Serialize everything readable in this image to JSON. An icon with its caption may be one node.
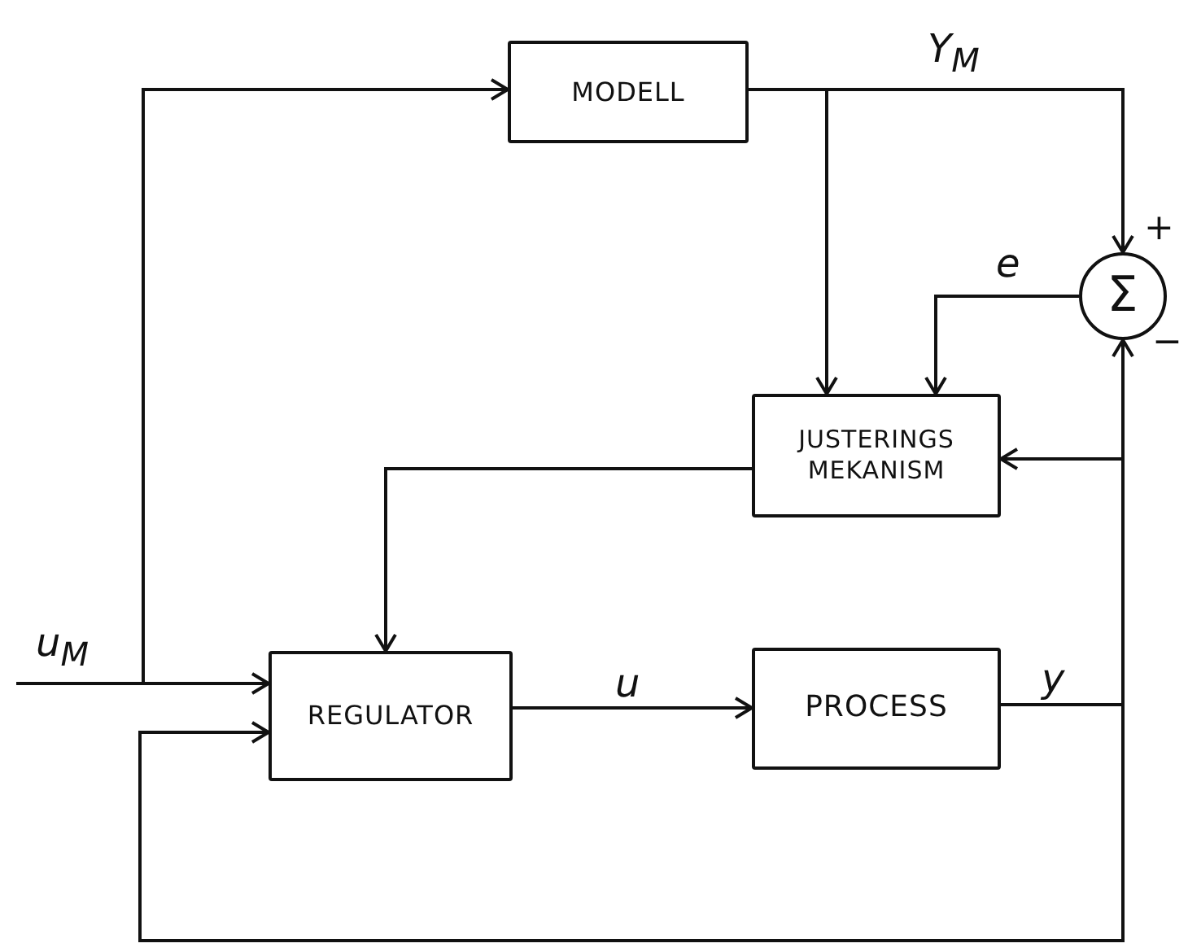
{
  "diagram": {
    "nodes": [
      {
        "text": [
          "MODELL"
        ]
      },
      {
        "text": [
          "Σ"
        ]
      },
      {
        "text": [
          "JUSTERINGS MEKANISM"
        ]
      },
      {
        "text": [
          "REGULATOR"
        ]
      },
      {
        "text": [
          "PROCESS"
        ]
      }
    ],
    "edges": [
      {
        "from": null,
        "to": 0,
        "arrow": "to"
      },
      {
        "from": null,
        "to": 3,
        "arrow": "to",
        "label": "u$_{M}$"
      },
      {
        "from": 0,
        "to": 1,
        "arrow": "to",
        "label": "Y$_{M}$"
      },
      {
        "from": 0,
        "to": 2,
        "arrow": "to"
      },
      {
        "from": 1,
        "to": 2,
        "arrow": "to",
        "label": "e"
      },
      {
        "from": 2,
        "to": 3,
        "arrow": "to"
      },
      {
        "from": 3,
        "to": 4,
        "arrow": "to",
        "label": "u"
      },
      {
        "from": 4,
        "to": 1,
        "arrow": "to",
        "label": "y"
      },
      {
        "from": 4,
        "to": 2,
        "arrow": "to"
      },
      {
        "from": 4,
        "to": 3,
        "arrow": "to"
      }
    ],
    "labels": [
      "+",
      "−"
    ]
  }
}
